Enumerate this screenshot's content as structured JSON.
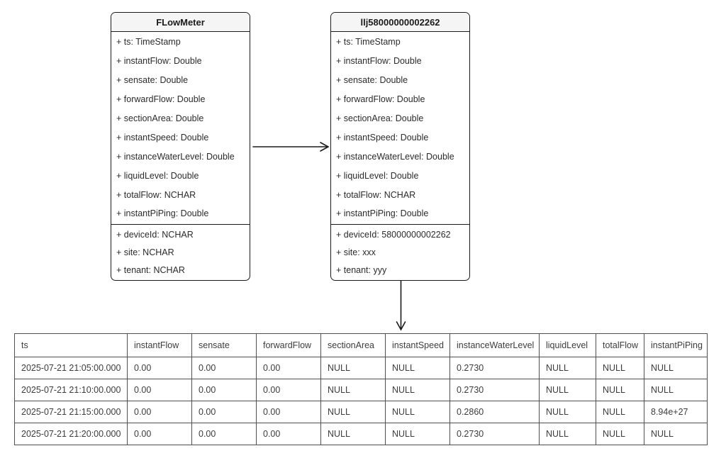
{
  "classes": [
    {
      "title": "FLowMeter",
      "attributes": [
        "+ ts: TimeStamp",
        "+ instantFlow: Double",
        "+ sensate: Double",
        "+ forwardFlow: Double",
        "+ sectionArea: Double",
        "+ instantSpeed: Double",
        "+ instanceWaterLevel: Double",
        "+ liquidLevel: Double",
        "+ totalFlow: NCHAR",
        "+ instantPiPing: Double"
      ],
      "tags": [
        "+ deviceId: NCHAR",
        "+ site: NCHAR",
        "+ tenant: NCHAR"
      ]
    },
    {
      "title": "llj58000000002262",
      "attributes": [
        "+ ts: TimeStamp",
        "+ instantFlow: Double",
        "+ sensate: Double",
        "+ forwardFlow: Double",
        "+ sectionArea: Double",
        "+ instantSpeed: Double",
        "+ instanceWaterLevel: Double",
        "+ liquidLevel: Double",
        "+ totalFlow: NCHAR",
        "+ instantPiPing: Double"
      ],
      "tags": [
        "+ deviceId: 58000000002262",
        "+ site: xxx",
        "+ tenant: yyy"
      ]
    }
  ],
  "table": {
    "columns": [
      "ts",
      "instantFlow",
      "sensate",
      "forwardFlow",
      "sectionArea",
      "instantSpeed",
      "instanceWaterLevel",
      "liquidLevel",
      "totalFlow",
      "instantPiPing"
    ],
    "rows": [
      [
        "2025-07-21 21:05:00.000",
        "0.00",
        "0.00",
        "0.00",
        "NULL",
        "NULL",
        "0.2730",
        "NULL",
        "NULL",
        "NULL"
      ],
      [
        "2025-07-21 21:10:00.000",
        "0.00",
        "0.00",
        "0.00",
        "NULL",
        "NULL",
        "0.2730",
        "NULL",
        "NULL",
        "NULL"
      ],
      [
        "2025-07-21 21:15:00.000",
        "0.00",
        "0.00",
        "0.00",
        "NULL",
        "NULL",
        "0.2860",
        "NULL",
        "NULL",
        "8.94e+27"
      ],
      [
        "2025-07-21 21:20:00.000",
        "0.00",
        "0.00",
        "0.00",
        "NULL",
        "NULL",
        "0.2730",
        "NULL",
        "NULL",
        "NULL"
      ]
    ]
  },
  "colors": {
    "box_border": "#1a1a1a",
    "title_fill": "#f5f5f5",
    "table_border": "#4f4f4f",
    "text": "#2b2b2b",
    "background": "#ffffff"
  }
}
